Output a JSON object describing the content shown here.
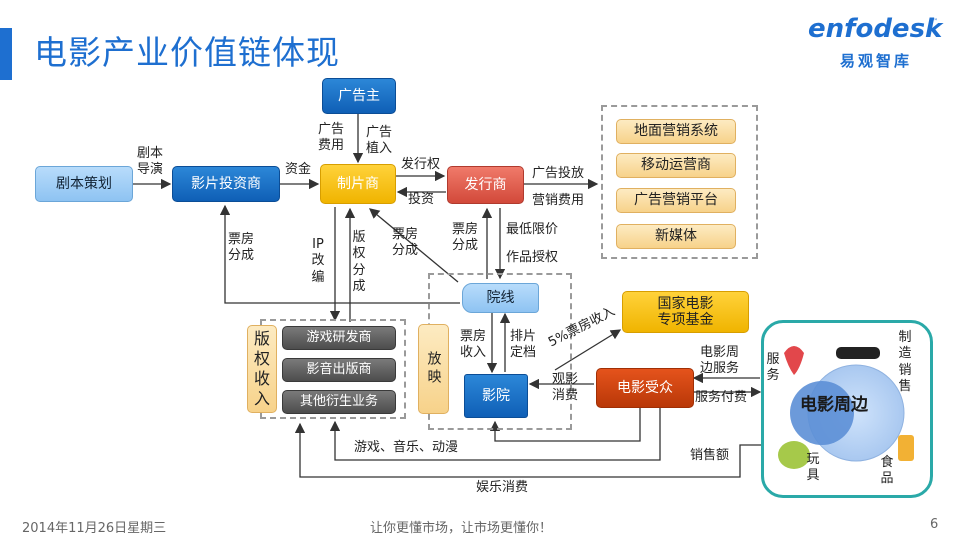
{
  "title": "电影产业价值链体现",
  "logo": {
    "brand": "enfodesk",
    "tm": "™",
    "sub": "易观智库"
  },
  "nodes": {
    "ad_owner": "广告主",
    "script": "剧本策划",
    "investor": "影片投资商",
    "producer": "制片商",
    "distributor": "发行商",
    "cinema_chain": "院线",
    "cinema": "影院",
    "audience": "电影受众",
    "fund": "国家电影\n专项基金",
    "screening": "放映",
    "copyright_income": "版权收入",
    "periphery": "电影周边"
  },
  "marketing": [
    "地面营销系统",
    "移动运营商",
    "广告营销平台",
    "新媒体"
  ],
  "derivatives": [
    "游戏研发商",
    "影音出版商",
    "其他衍生业务"
  ],
  "labels": {
    "script_direct": "剧本\n导演",
    "capital": "资金",
    "ad_fee": "广告\n费用",
    "ad_place": "广告\n植入",
    "issue_right": "发行权",
    "invest": "投资",
    "ad_marketing": "广告投放",
    "marketing_fee": "营销费用",
    "box_share_left": "票房\n分成",
    "ip_adapt": "IP改编",
    "copyright_share": "版权分成",
    "box_share_mid": "票房\n分成",
    "box_share_dist": "票房\n分成",
    "min_price": "最低限价",
    "work_auth": "作品授权",
    "box_income": "票房\n收入",
    "schedule": "排片\n定档",
    "five_pct": "5%票房收入",
    "watch": "观影\n消费",
    "periphery_service": "电影周\n边服务",
    "service_pay": "服务付费",
    "game_music": "游戏、音乐、动漫",
    "sales": "销售额",
    "ent_consume": "娱乐消费",
    "service": "服务",
    "manufacture": "制造销售",
    "toys": "玩具",
    "food": "食品"
  },
  "footer": {
    "date": "2014年11月26日星期三",
    "slogan": "让你更懂市场，让市场更懂你！",
    "page": "6"
  }
}
